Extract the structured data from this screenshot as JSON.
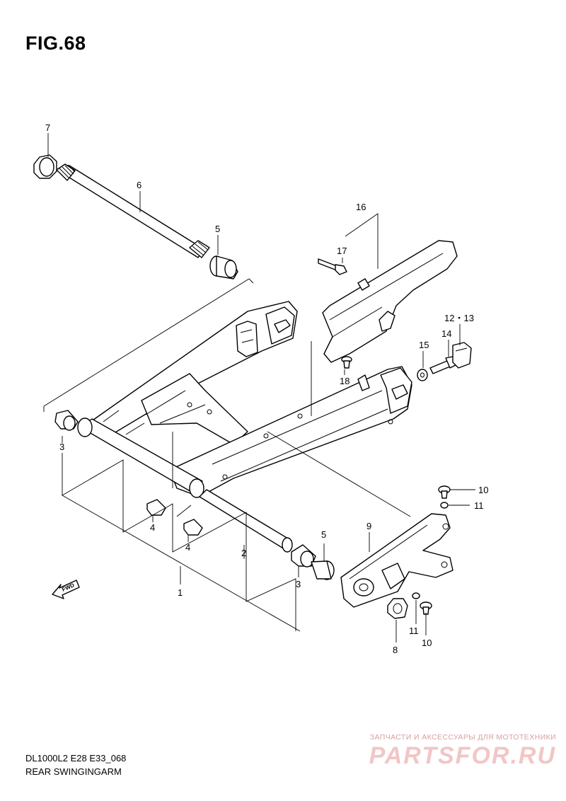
{
  "figure": {
    "title": "FIG.68",
    "code": "DL1000L2 E28 E33_068",
    "name": "REAR SWINGINGARM"
  },
  "callouts": {
    "c1": "1",
    "c2": "2",
    "c3a": "3",
    "c3b": "3",
    "c4a": "4",
    "c4b": "4",
    "c5a": "5",
    "c5b": "5",
    "c6": "6",
    "c7": "7",
    "c8": "8",
    "c9": "9",
    "c10a": "10",
    "c10b": "10",
    "c11a": "11",
    "c11b": "11",
    "c1213": "12・13",
    "c14": "14",
    "c15": "15",
    "c16": "16",
    "c17": "17",
    "c18": "18"
  },
  "fwd_marker": "FWD",
  "watermark": {
    "tagline": "ЗАПЧАСТИ И АКСЕССУАРЫ ДЛЯ МОТОТЕХНИКИ",
    "brand": "PARTSFOR.RU"
  },
  "colors": {
    "ink": "#000000",
    "watermark": "#f2c6c6"
  }
}
